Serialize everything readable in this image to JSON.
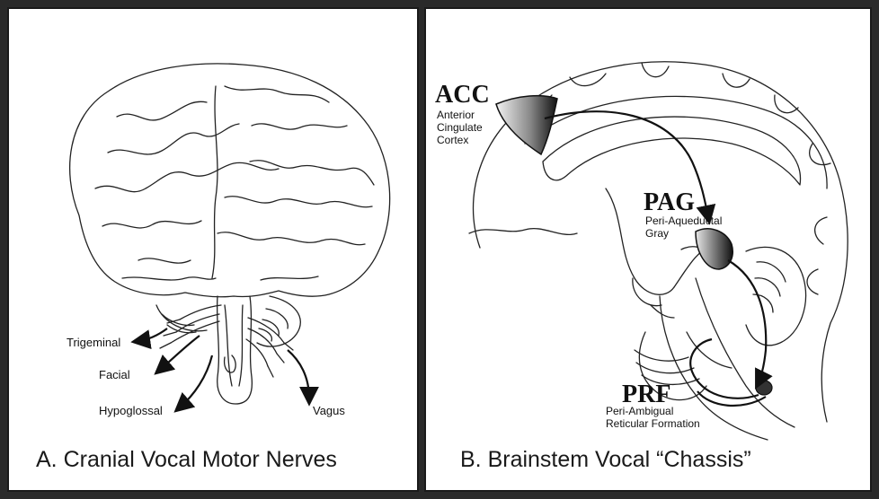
{
  "panel_a": {
    "caption": "A. Cranial Vocal Motor Nerves",
    "nerves": {
      "trigeminal": "Trigeminal",
      "facial": "Facial",
      "hypoglossal": "Hypoglossal",
      "vagus": "Vagus"
    }
  },
  "panel_b": {
    "caption": "B. Brainstem Vocal “Chassis”",
    "acc": {
      "abbr": "ACC",
      "line1": "Anterior",
      "line2": "Cingulate",
      "line3": "Cortex"
    },
    "pag": {
      "abbr": "PAG",
      "line1": "Peri-Aqueductal",
      "line2": "Gray"
    },
    "prf": {
      "abbr": "PRF",
      "line1": "Peri-Ambigual",
      "line2": "Reticular Formation"
    }
  },
  "colors": {
    "frame": "#2a2a2a",
    "ink": "#111111",
    "region_dark": "#1a1a1a",
    "region_light": "#e6e6e6"
  }
}
